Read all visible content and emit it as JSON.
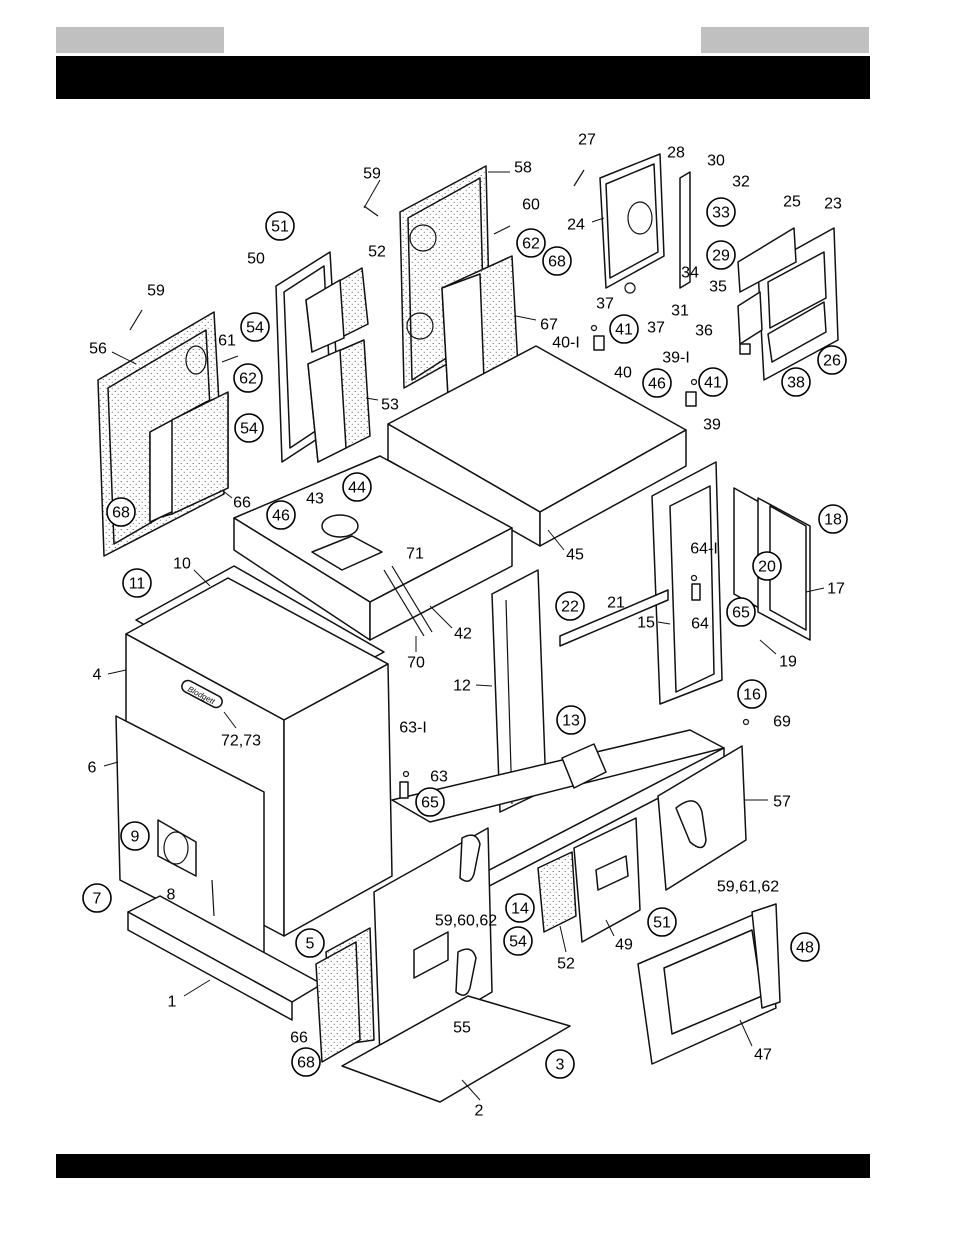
{
  "header": {
    "left_tab": "",
    "right_tab": "",
    "title": ""
  },
  "footer": {
    "text": ""
  },
  "callouts": [
    {
      "id": "c27",
      "text": "27",
      "circled": false
    },
    {
      "id": "c28",
      "text": "28",
      "circled": false
    },
    {
      "id": "c30",
      "text": "30",
      "circled": false
    },
    {
      "id": "c32",
      "text": "32",
      "circled": false
    },
    {
      "id": "c33",
      "text": "33",
      "circled": true
    },
    {
      "id": "c25",
      "text": "25",
      "circled": false
    },
    {
      "id": "c23",
      "text": "23",
      "circled": false
    },
    {
      "id": "c59a",
      "text": "59",
      "circled": false
    },
    {
      "id": "c58",
      "text": "58",
      "circled": false
    },
    {
      "id": "c60",
      "text": "60",
      "circled": false
    },
    {
      "id": "c62a",
      "text": "62",
      "circled": true
    },
    {
      "id": "c68a",
      "text": "68",
      "circled": true
    },
    {
      "id": "c24",
      "text": "24",
      "circled": false
    },
    {
      "id": "c29",
      "text": "29",
      "circled": true
    },
    {
      "id": "c34",
      "text": "34",
      "circled": false
    },
    {
      "id": "c35",
      "text": "35",
      "circled": false
    },
    {
      "id": "c51a",
      "text": "51",
      "circled": true
    },
    {
      "id": "c50",
      "text": "50",
      "circled": false
    },
    {
      "id": "c52a",
      "text": "52",
      "circled": false
    },
    {
      "id": "c37a",
      "text": "37",
      "circled": false
    },
    {
      "id": "c37b",
      "text": "37",
      "circled": false
    },
    {
      "id": "c31",
      "text": "31",
      "circled": false
    },
    {
      "id": "c36",
      "text": "36",
      "circled": false
    },
    {
      "id": "c26",
      "text": "26",
      "circled": true
    },
    {
      "id": "c59b",
      "text": "59",
      "circled": false
    },
    {
      "id": "c67",
      "text": "67",
      "circled": false
    },
    {
      "id": "c40-1",
      "text": "40-I",
      "circled": false
    },
    {
      "id": "c41a",
      "text": "41",
      "circled": true
    },
    {
      "id": "c38",
      "text": "38",
      "circled": true
    },
    {
      "id": "c56",
      "text": "56",
      "circled": false
    },
    {
      "id": "c61a",
      "text": "61",
      "circled": false
    },
    {
      "id": "c62b",
      "text": "62",
      "circled": true
    },
    {
      "id": "c54a",
      "text": "54",
      "circled": true
    },
    {
      "id": "c40",
      "text": "40",
      "circled": false
    },
    {
      "id": "c39-1",
      "text": "39-I",
      "circled": false
    },
    {
      "id": "c41b",
      "text": "41",
      "circled": true
    },
    {
      "id": "c46a",
      "text": "46",
      "circled": true
    },
    {
      "id": "c53",
      "text": "53",
      "circled": false
    },
    {
      "id": "c54b",
      "text": "54",
      "circled": true
    },
    {
      "id": "c39",
      "text": "39",
      "circled": false
    },
    {
      "id": "c68b",
      "text": "68",
      "circled": true
    },
    {
      "id": "c66a",
      "text": "66",
      "circled": false
    },
    {
      "id": "c43",
      "text": "43",
      "circled": false
    },
    {
      "id": "c44",
      "text": "44",
      "circled": true
    },
    {
      "id": "c46b",
      "text": "46",
      "circled": true
    },
    {
      "id": "c45",
      "text": "45",
      "circled": false
    },
    {
      "id": "c18",
      "text": "18",
      "circled": true
    },
    {
      "id": "c64-1",
      "text": "64-I",
      "circled": false
    },
    {
      "id": "c20",
      "text": "20",
      "circled": true
    },
    {
      "id": "c17",
      "text": "17",
      "circled": false
    },
    {
      "id": "c11",
      "text": "11",
      "circled": true
    },
    {
      "id": "c10",
      "text": "10",
      "circled": false
    },
    {
      "id": "c71",
      "text": "71",
      "circled": false
    },
    {
      "id": "c22",
      "text": "22",
      "circled": true
    },
    {
      "id": "c21",
      "text": "21",
      "circled": false
    },
    {
      "id": "c15",
      "text": "15",
      "circled": false
    },
    {
      "id": "c64",
      "text": "64",
      "circled": false
    },
    {
      "id": "c65a",
      "text": "65",
      "circled": true
    },
    {
      "id": "c19",
      "text": "19",
      "circled": false
    },
    {
      "id": "c4",
      "text": "4",
      "circled": false
    },
    {
      "id": "c42",
      "text": "42",
      "circled": false
    },
    {
      "id": "c70",
      "text": "70",
      "circled": false
    },
    {
      "id": "c12",
      "text": "12",
      "circled": false
    },
    {
      "id": "c16",
      "text": "16",
      "circled": true
    },
    {
      "id": "c72-73",
      "text": "72,73",
      "circled": false
    },
    {
      "id": "c69",
      "text": "69",
      "circled": false
    },
    {
      "id": "c13",
      "text": "13",
      "circled": true
    },
    {
      "id": "c63-1",
      "text": "63-I",
      "circled": false
    },
    {
      "id": "c6",
      "text": "6",
      "circled": false
    },
    {
      "id": "c63",
      "text": "63",
      "circled": false
    },
    {
      "id": "c65b",
      "text": "65",
      "circled": true
    },
    {
      "id": "c57",
      "text": "57",
      "circled": false
    },
    {
      "id": "c9",
      "text": "9",
      "circled": true
    },
    {
      "id": "c8",
      "text": "8",
      "circled": false
    },
    {
      "id": "c59-61-62",
      "text": "59,61,62",
      "circled": false
    },
    {
      "id": "c7",
      "text": "7",
      "circled": true
    },
    {
      "id": "c59-60-62",
      "text": "59,60,62",
      "circled": false
    },
    {
      "id": "c14",
      "text": "14",
      "circled": true
    },
    {
      "id": "c54c",
      "text": "54",
      "circled": true
    },
    {
      "id": "c51b",
      "text": "51",
      "circled": true
    },
    {
      "id": "c5",
      "text": "5",
      "circled": true
    },
    {
      "id": "c52b",
      "text": "52",
      "circled": false
    },
    {
      "id": "c49",
      "text": "49",
      "circled": false
    },
    {
      "id": "c48",
      "text": "48",
      "circled": true
    },
    {
      "id": "c1",
      "text": "1",
      "circled": false
    },
    {
      "id": "c66b",
      "text": "66",
      "circled": false
    },
    {
      "id": "c68c",
      "text": "68",
      "circled": true
    },
    {
      "id": "c55",
      "text": "55",
      "circled": false
    },
    {
      "id": "c3",
      "text": "3",
      "circled": true
    },
    {
      "id": "c47",
      "text": "47",
      "circled": false
    },
    {
      "id": "c2",
      "text": "2",
      "circled": false
    }
  ],
  "nameplate_text": "Blodgett"
}
